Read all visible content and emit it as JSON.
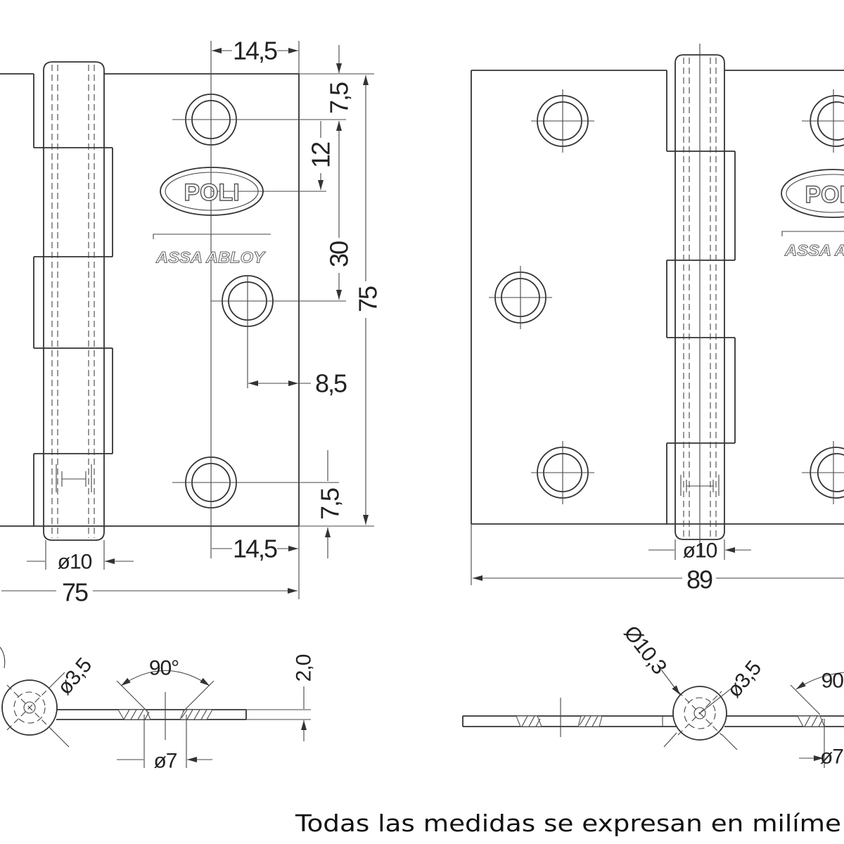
{
  "left_hinge": {
    "logo": {
      "brand": "POLI",
      "group": "ASSA ABLOY"
    },
    "dimensions": {
      "top_hole_edge_offset": "14,5",
      "top_hole_top_offset": "7,5",
      "top_hole_to_logo": "12",
      "top_hole_to_middle_hole": "30",
      "height": "75",
      "middle_hole_edge_offset": "8,5",
      "bottom_hole_bottom_offset": "7,5",
      "bottom_hole_edge_offset": "14,5",
      "knuckle_diameter": "ø10",
      "width": "75"
    }
  },
  "right_hinge": {
    "logo": {
      "brand": "POLI",
      "group": "ASSA ABLOY"
    },
    "dimensions": {
      "knuckle_diameter": "ø10",
      "width": "89"
    }
  },
  "left_section": {
    "hole_diameter": "ø3,5",
    "countersink_angle": "90°",
    "thickness": "2,0",
    "countersink_diameter": "ø7"
  },
  "right_section": {
    "knuckle_outer_diameter": "Ø10,3",
    "hole_diameter": "ø3,5",
    "countersink_angle": "90",
    "countersink_diameter": "ø7"
  },
  "footer": {
    "note": "Todas las medidas se expresan en milíme"
  },
  "colors": {
    "line": "#333333",
    "background": "#ffffff"
  }
}
